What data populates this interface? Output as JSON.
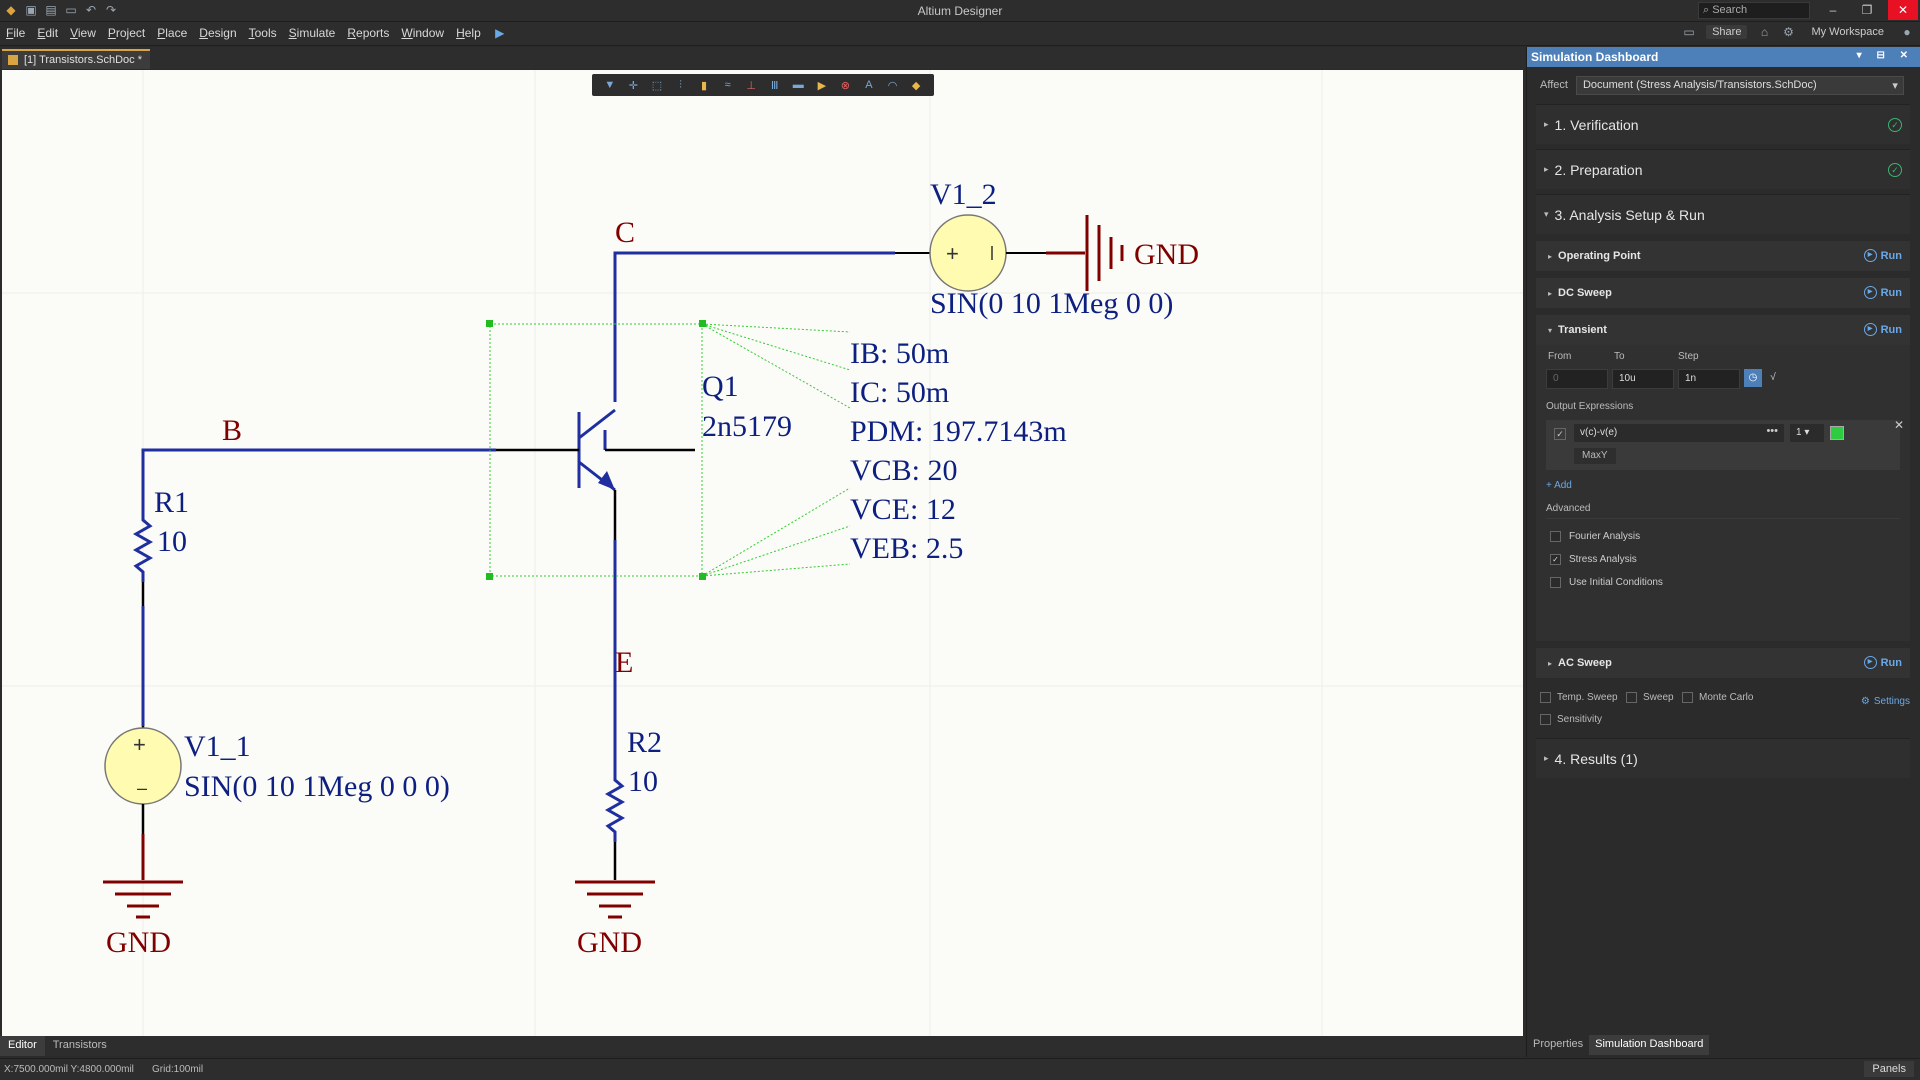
{
  "app": {
    "title": "Altium Designer"
  },
  "titlebar": {
    "search_placeholder": "Search",
    "share_label": "Share",
    "workspace_label": "My Workspace"
  },
  "menu": [
    "File",
    "Edit",
    "View",
    "Project",
    "Place",
    "Design",
    "Tools",
    "Simulate",
    "Reports",
    "Window",
    "Help"
  ],
  "document": {
    "tab_label": "[1] Transistors.SchDoc *"
  },
  "schematic": {
    "net_c": "C",
    "net_b": "B",
    "net_e": "E",
    "v1_2_name": "V1_2",
    "v1_2_value": "SIN(0 10 1Meg 0 0)",
    "v1_1_name": "V1_1",
    "v1_1_value": "SIN(0 10 1Meg 0 0 0)",
    "gnd": "GND",
    "q1_name": "Q1",
    "q1_model": "2n5179",
    "r1_name": "R1",
    "r1_value": "10",
    "r2_name": "R2",
    "r2_value": "10",
    "stress": [
      "IB: 50m",
      "IC: 50m",
      "PDM: 197.7143m",
      "VCB: 20",
      "VCE: 12",
      "VEB: 2.5"
    ]
  },
  "editor_tabs": [
    "Editor",
    "Transistors"
  ],
  "status": {
    "coords": "X:7500.000mil Y:4800.000mil",
    "grid": "Grid:100mil",
    "panels_label": "Panels"
  },
  "panel": {
    "title": "Simulation Dashboard",
    "affect_label": "Affect",
    "affect_value": "Document (Stress Analysis/Transistors.SchDoc)",
    "steps": {
      "verification": "1. Verification",
      "preparation": "2. Preparation",
      "setup": "3. Analysis Setup & Run",
      "results": "4. Results (1)"
    },
    "run_label": "Run",
    "analyses": {
      "op": "Operating Point",
      "dc": "DC Sweep",
      "transient": "Transient",
      "ac": "AC Sweep"
    },
    "transient": {
      "from_label": "From",
      "to_label": "To",
      "step_label": "Step",
      "from_value": "0",
      "to_value": "10u",
      "step_value": "1n",
      "output_label": "Output Expressions",
      "expression": "v(c)-v(e)",
      "axis": "1",
      "tag": "MaxY",
      "expression_color": "#2ecc40",
      "add_label": "+ Add",
      "advanced_label": "Advanced",
      "fourier": "Fourier Analysis",
      "stress": "Stress Analysis",
      "initial": "Use Initial Conditions"
    },
    "sweep_options": {
      "temp": "Temp. Sweep",
      "sweep": "Sweep",
      "monte": "Monte Carlo",
      "sensitivity": "Sensitivity",
      "settings": "Settings"
    },
    "tabs": [
      "Properties",
      "Simulation Dashboard"
    ]
  }
}
